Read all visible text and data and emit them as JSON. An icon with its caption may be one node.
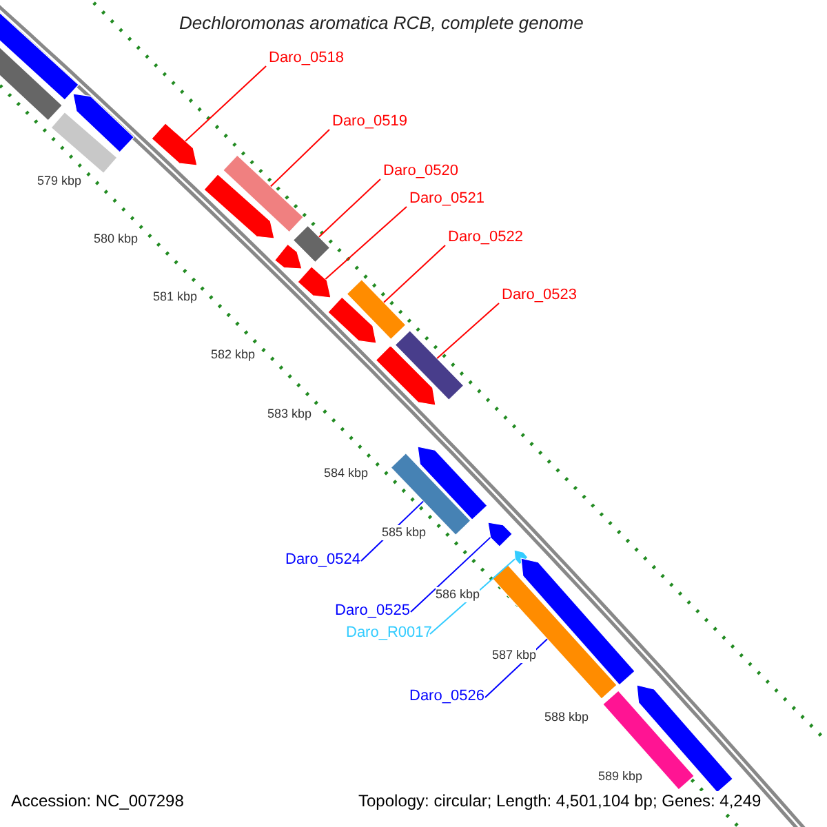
{
  "diagram": {
    "title": "Dechloromonas aromatica RCB, complete genome",
    "nodes": [
      {
        "text": [
          "Daro_0518"
        ]
      },
      {
        "text": [
          "Daro_0519"
        ]
      },
      {
        "text": [
          "Daro_0520"
        ]
      },
      {
        "text": [
          "Daro_0521"
        ]
      },
      {
        "text": [
          "Daro_0522"
        ]
      },
      {
        "text": [
          "Daro_0523"
        ]
      },
      {
        "text": [
          "Daro_0524"
        ]
      },
      {
        "text": [
          "Daro_0525"
        ]
      },
      {
        "text": [
          "Daro_R0017"
        ]
      },
      {
        "text": [
          "Daro_0526"
        ]
      },
      {
        "text": [],
        "shape": "bar"
      },
      {
        "text": [],
        "shape": "bar"
      },
      {
        "text": [],
        "shape": "bar"
      },
      {
        "text": [],
        "shape": "arrow"
      },
      {
        "text": [],
        "shape": "arrow"
      },
      {
        "text": [],
        "shape": "arrow"
      },
      {
        "text": [],
        "shape": "bar"
      },
      {
        "text": [],
        "shape": "arrow"
      },
      {
        "text": [],
        "shape": "bar"
      },
      {
        "text": [],
        "shape": "arrow"
      },
      {
        "text": [],
        "shape": "arrow"
      },
      {
        "text": [],
        "shape": "bar"
      },
      {
        "text": [],
        "shape": "arrow"
      },
      {
        "text": [],
        "shape": "bar"
      },
      {
        "text": [],
        "shape": "bar"
      },
      {
        "text": [],
        "shape": "arrow"
      },
      {
        "text": [],
        "shape": "arrow"
      },
      {
        "text": [],
        "shape": "arrow"
      },
      {
        "text": [],
        "shape": "arrow"
      },
      {
        "text": [],
        "shape": "bar"
      },
      {
        "text": [],
        "shape": "bar"
      },
      {
        "text": [],
        "shape": "arrow"
      }
    ],
    "edges": [
      {
        "from": 0,
        "to": 14,
        "arrow": "none"
      },
      {
        "from": 1,
        "to": 16,
        "arrow": "none"
      },
      {
        "from": 2,
        "to": 18,
        "arrow": "none"
      },
      {
        "from": 3,
        "to": 19,
        "arrow": "none"
      },
      {
        "from": 4,
        "to": 21,
        "arrow": "none"
      },
      {
        "from": 5,
        "to": 23,
        "arrow": "none"
      },
      {
        "from": 6,
        "to": 24,
        "arrow": "none",
        "color": "#0000ff"
      },
      {
        "from": 7,
        "to": 26,
        "arrow": "none",
        "color": "#0000ff"
      },
      {
        "from": 8,
        "to": 27,
        "arrow": "none",
        "color": "#33ccff"
      },
      {
        "from": 9,
        "to": 29,
        "arrow": "none",
        "color": "#0000ff"
      }
    ],
    "labels": [
      "579 kbp",
      "580 kbp",
      "581 kbp",
      "582 kbp",
      "583 kbp",
      "584 kbp",
      "585 kbp",
      "586 kbp",
      "587 kbp",
      "588 kbp",
      "589 kbp",
      "Accession: NC_007298",
      "Topology: circular; Length: 4,501,104 bp; Genes: 4,249"
    ]
  }
}
